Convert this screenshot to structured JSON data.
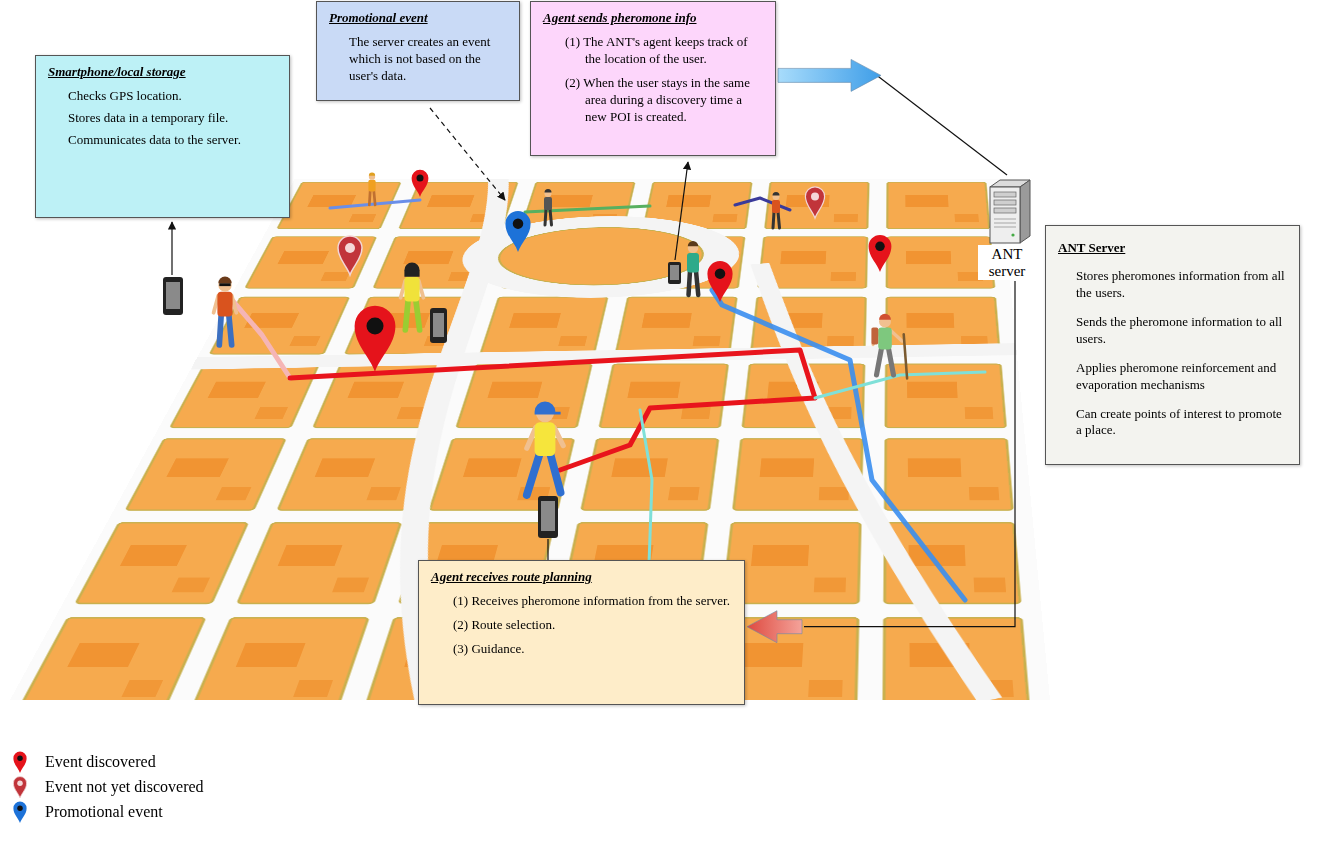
{
  "diagram": {
    "nodes": [
      {
        "text": [
          "Smartphone/local storage",
          "Checks GPS location.",
          "Stores data in a temporary file.",
          "Communicates data to the server."
        ]
      },
      {
        "text": [
          "Promotional event",
          "The server creates an event which is not based on the user's data."
        ]
      },
      {
        "text": [
          "Agent sends pheromone info",
          "(1) The ANT's agent keeps track of the location of the user.",
          "(2) When the user stays in the same area during a discovery time a new POI is created."
        ]
      },
      {
        "text": [
          "ANT server"
        ]
      },
      {
        "text": [
          "ANT Server",
          "Stores pheromones information from all the users.",
          "Sends the pheromone information to all users.",
          "Applies pheromone reinforcement and evaporation mechanisms",
          "Can create points of interest to promote a place."
        ]
      },
      {
        "text": [
          "Agent receives route planning",
          "(1) Receives pheromone information from the server.",
          "(2) Route selection.",
          "(3) Guidance."
        ]
      }
    ],
    "edges": [
      {
        "from": 2,
        "to": 3,
        "arrow": "to"
      },
      {
        "from": 3,
        "to": 5,
        "arrow": "to"
      }
    ],
    "legend": [
      {
        "text": "Event discovered"
      },
      {
        "text": "Event not yet discovered"
      },
      {
        "text": "Promotional event"
      }
    ]
  }
}
